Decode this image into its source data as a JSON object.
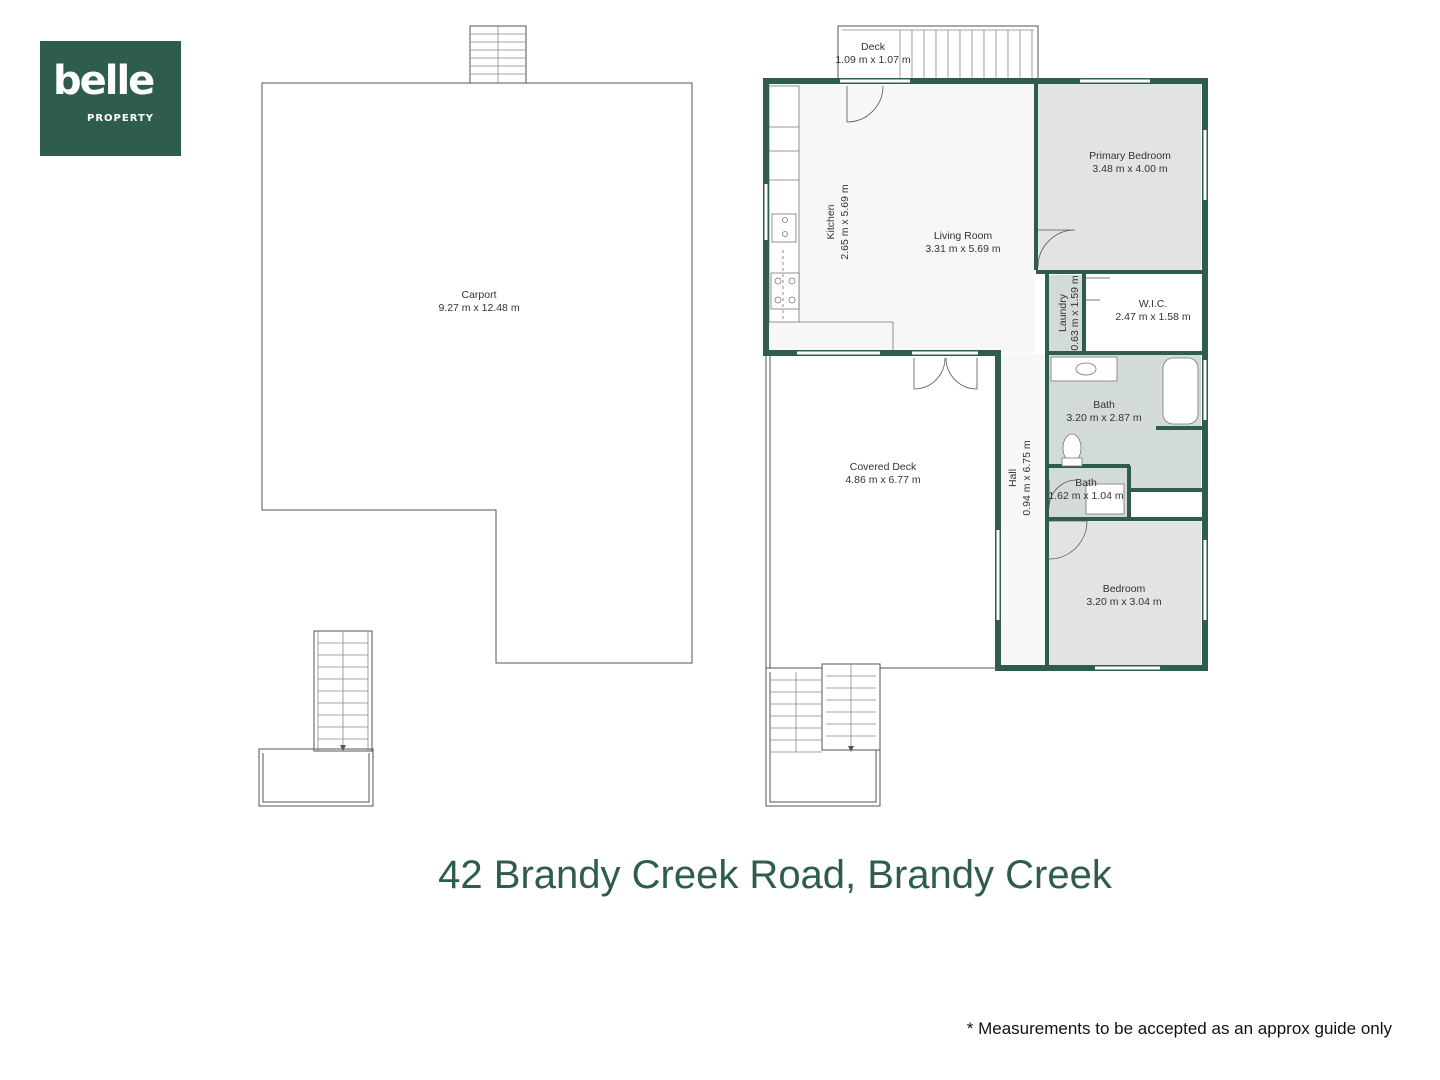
{
  "brand": {
    "name": "belle",
    "sub": "PROPERTY",
    "color": "#2f5d4c"
  },
  "address": "42 Brandy Creek Road, Brandy Creek",
  "disclaimer": "*  Measurements to be accepted as an approx guide only",
  "colors": {
    "wall": "#2f5d4c",
    "bedroom_fill": "#e2e4e3",
    "bath_fill": "#d3dbd7",
    "living_fill": "#f7f7f7",
    "outline": "#555555"
  },
  "rooms": {
    "carport": {
      "name": "Carport",
      "size": "9.27 m x 12.48 m"
    },
    "deck": {
      "name": "Deck",
      "size": "1.09 m x 1.07 m"
    },
    "kitchen": {
      "name": "Kitchen",
      "size": "2.65 m x 5.69 m"
    },
    "living": {
      "name": "Living Room",
      "size": "3.31 m x 5.69 m"
    },
    "primary_bedroom": {
      "name": "Primary Bedroom",
      "size": "3.48 m x 4.00 m"
    },
    "laundry": {
      "name": "Laundry",
      "size": "0.63 m x 1.59 m"
    },
    "wic": {
      "name": "W.I.C.",
      "size": "2.47 m x 1.58 m"
    },
    "bath": {
      "name": "Bath",
      "size": "3.20 m x 2.87 m"
    },
    "bath2": {
      "name": "Bath",
      "size": "1.62 m x 1.04 m"
    },
    "hall": {
      "name": "Hall",
      "size": "0.94 m x 6.75 m"
    },
    "covered_deck": {
      "name": "Covered Deck",
      "size": "4.86 m x 6.77 m"
    },
    "bedroom": {
      "name": "Bedroom",
      "size": "3.20 m x 3.04 m"
    }
  }
}
